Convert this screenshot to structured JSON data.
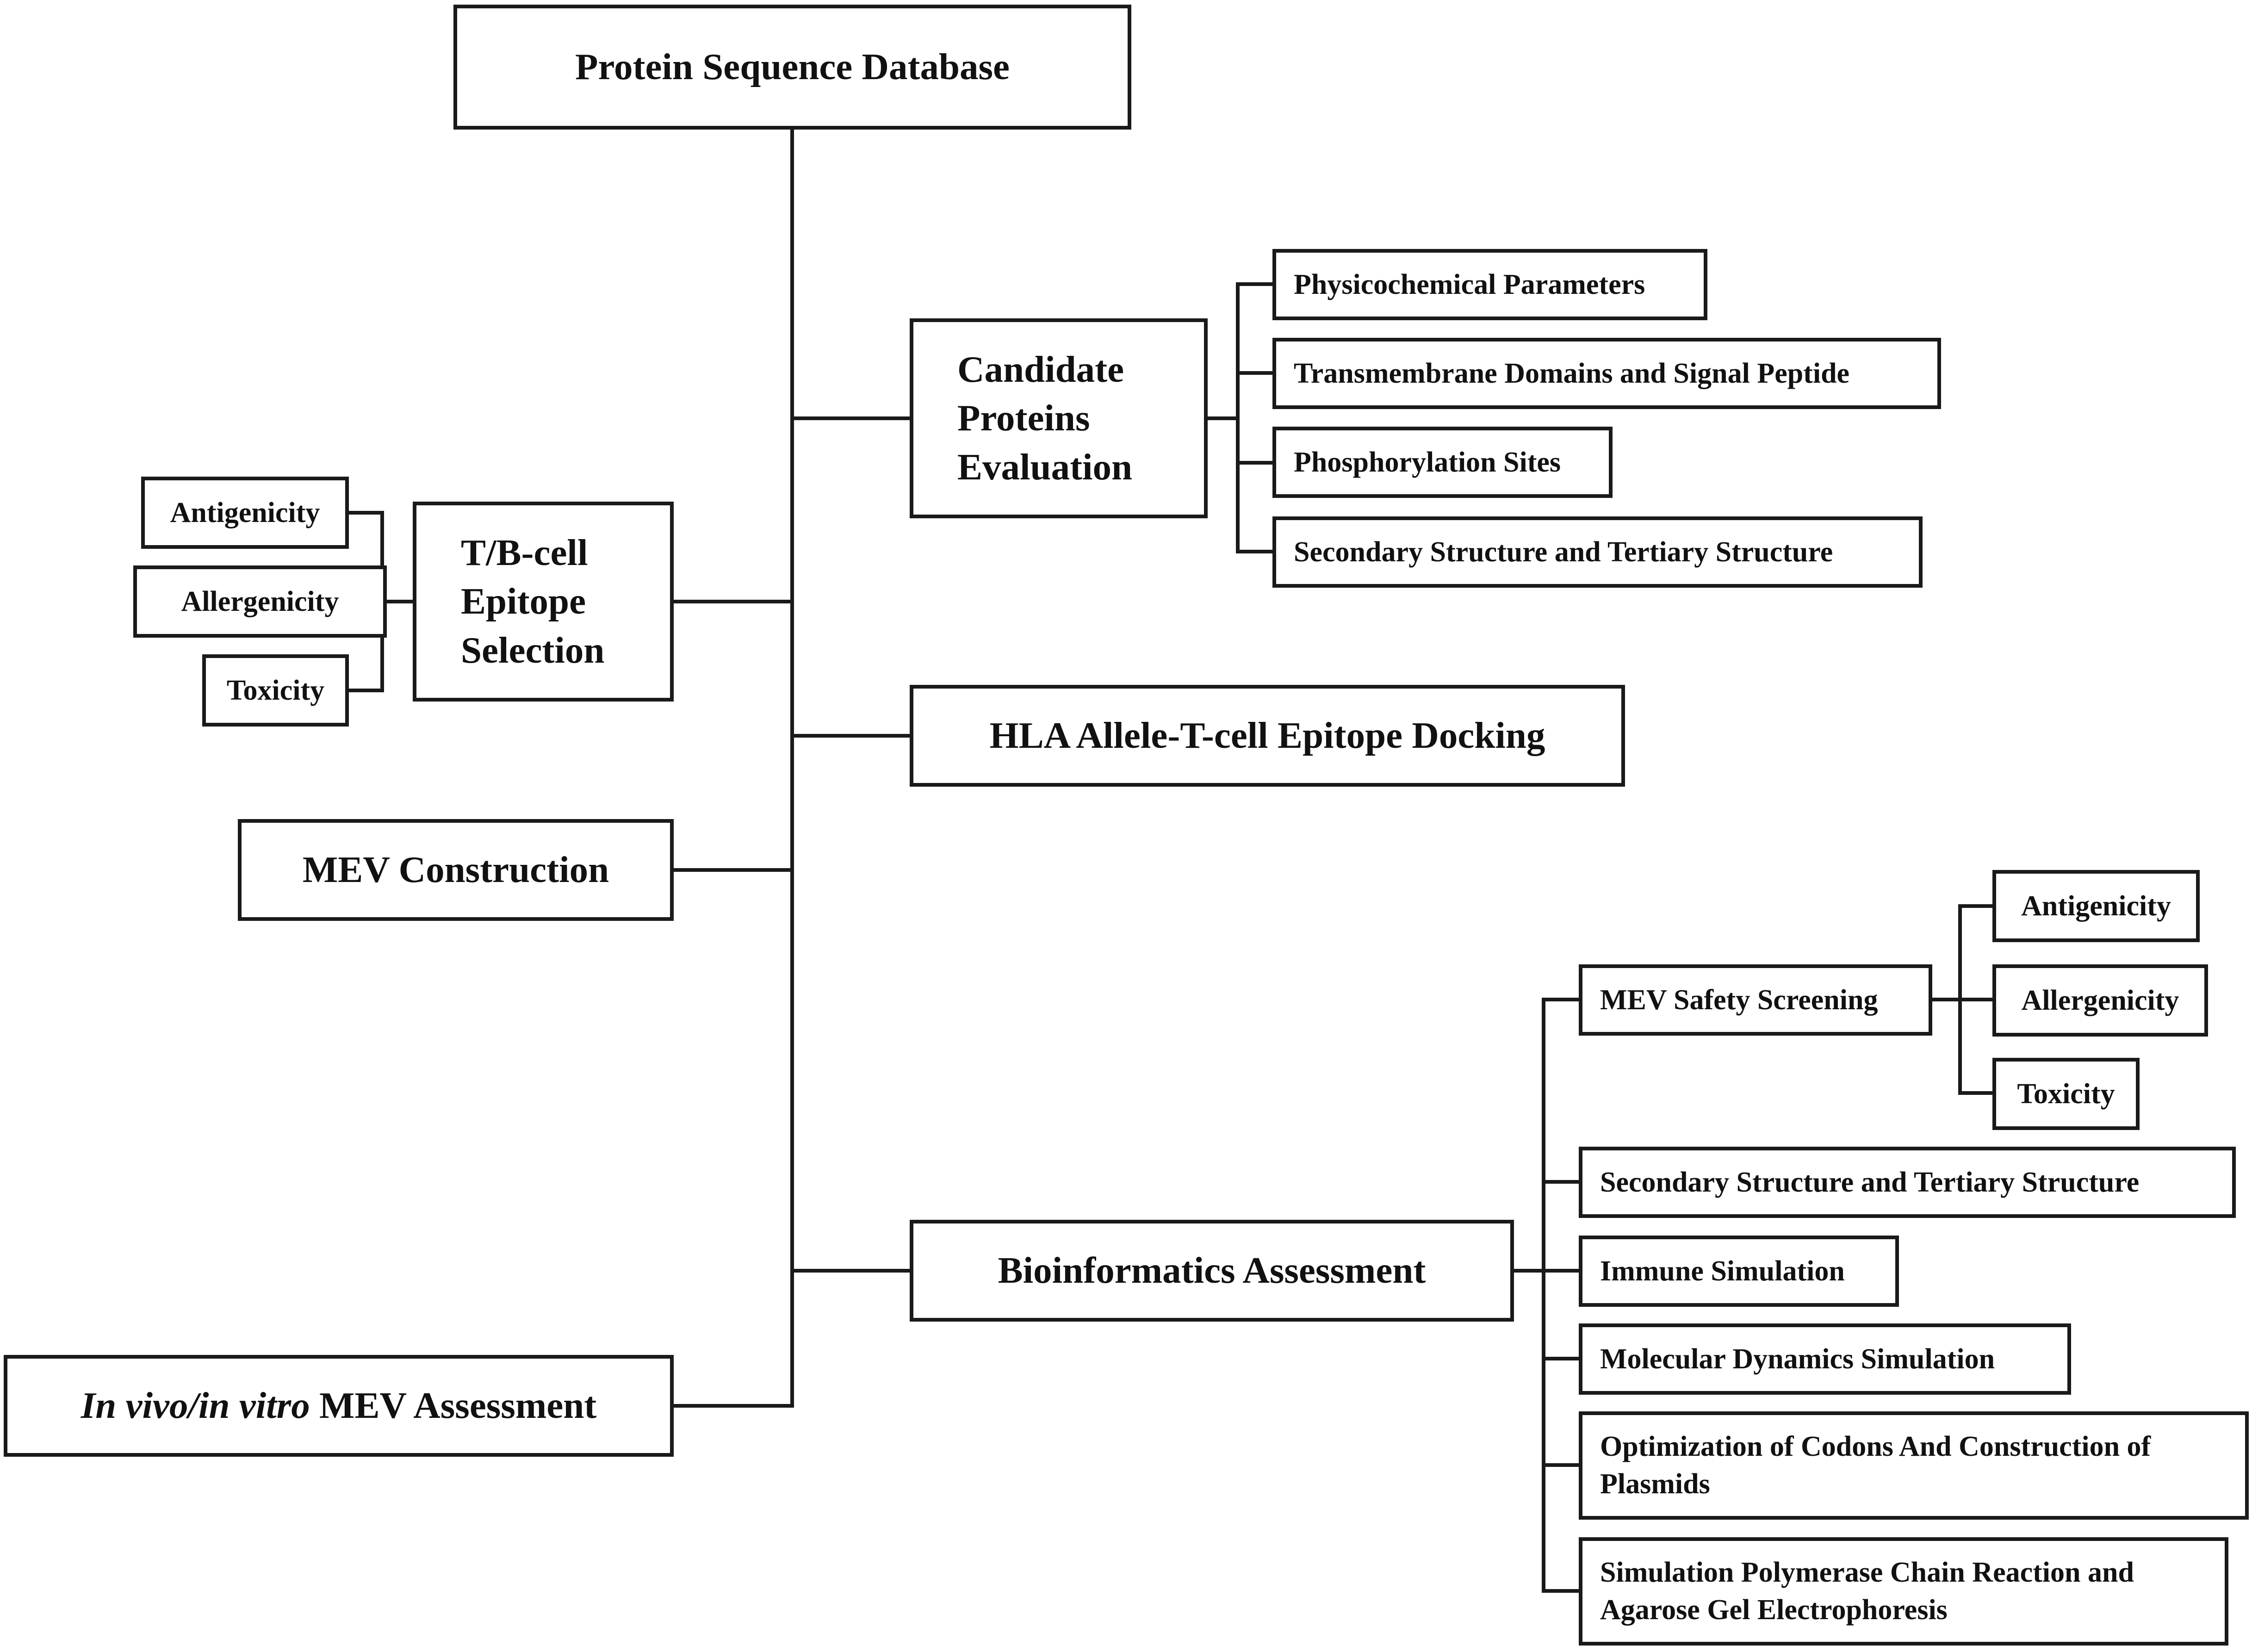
{
  "root": {
    "label": "Protein Sequence Database"
  },
  "candidate": {
    "lines": [
      "Candidate",
      "Proteins",
      "Evaluation"
    ],
    "children": [
      "Physicochemical Parameters",
      "Transmembrane Domains and Signal Peptide",
      "Phosphorylation Sites",
      "Secondary Structure and Tertiary Structure"
    ]
  },
  "epitope": {
    "lines": [
      "T/B-cell",
      "Epitope",
      "Selection"
    ],
    "children": [
      "Antigenicity",
      "Allergenicity",
      "Toxicity"
    ]
  },
  "docking": {
    "label": "HLA Allele-T-cell Epitope Docking"
  },
  "mev_construction": {
    "label": "MEV Construction"
  },
  "bioinformatics": {
    "label": "Bioinformatics Assessment",
    "safety": {
      "label": "MEV Safety Screening",
      "children": [
        "Antigenicity",
        "Allergenicity",
        "Toxicity"
      ]
    },
    "children": [
      "Secondary Structure and Tertiary Structure",
      "Immune Simulation",
      "Molecular Dynamics Simulation",
      "Optimization of Codons And Construction of Plasmids",
      "Simulation Polymerase Chain Reaction and Agarose Gel Electrophoresis"
    ]
  },
  "invivo": {
    "italic": "In vivo/in vitro",
    "rest": " MEV Assessment"
  }
}
